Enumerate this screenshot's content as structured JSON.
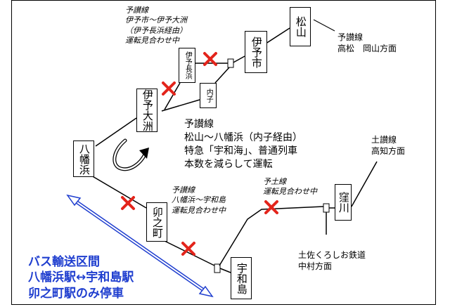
{
  "stations": {
    "matsuyama": "松山",
    "iyoshi": "伊予市",
    "iyo_nagahama": "伊予長浜",
    "uchiko": "内子",
    "iyo_ozu": "伊予大洲",
    "yawatahama": "八幡浜",
    "unomachi": "卯之町",
    "uwajima": "宇和島",
    "kubokawa": "窪川"
  },
  "notes": {
    "top_note": [
      "予讃線",
      "伊予市～伊予大洲",
      "（伊予長浜経由）",
      "運転見合わせ中"
    ],
    "yosan_takamatsu": [
      "予讃線",
      "高松　岡山方面"
    ],
    "center_note": [
      "予讃線",
      "松山～八幡浜（内子経由）",
      "特急「宇和海」、普通列車",
      "本数を減らして運転"
    ],
    "dosan": [
      "土讃線",
      "高知方面"
    ],
    "yawatahama_uwajima": [
      "予讃線",
      "八幡浜～宇和島",
      "運転見合わせ中"
    ],
    "yodo": [
      "予土線",
      "運転見合わせ中"
    ],
    "tosa_kuroshio": [
      "土佐くろしお鉄道",
      "中村方面"
    ]
  },
  "bus_info": [
    "バス輸送区間",
    "八幡浜駅↔宇和島駅",
    "卯之町駅のみ停車"
  ],
  "colors": {
    "cross": "#e3241b",
    "bus_arrow": "#1f3ecf",
    "bus_text": "#1f3ecf",
    "line": "#000000"
  }
}
